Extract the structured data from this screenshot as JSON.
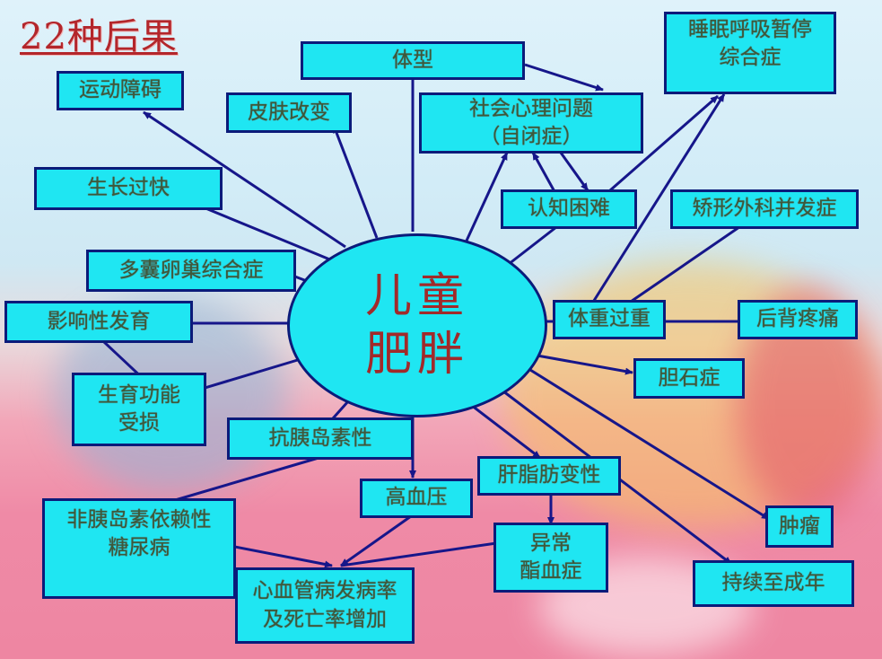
{
  "title": "22种后果",
  "center": {
    "line1": "儿童",
    "line2": "肥胖"
  },
  "nodes": {
    "motor": "运动障碍",
    "skin": "皮肤改变",
    "body_shape": "体型",
    "psych": {
      "line1": "社会心理问题",
      "line2": "（自闭症）"
    },
    "sleep_apnea": {
      "line1": "睡眠呼吸暂停",
      "line2": "综合症"
    },
    "growth": "生长过快",
    "cognitive": "认知困难",
    "ortho": "矫形外科并发症",
    "pcos": "多囊卵巢综合症",
    "development": "影响性发育",
    "overweight": "体重过重",
    "back_pain": "后背疼痛",
    "fertility": {
      "line1": "生育功能",
      "line2": "受损"
    },
    "gallstone": "胆石症",
    "insulin_resist": "抗胰岛素性",
    "fatty_liver": "肝脂肪变性",
    "hypertension": "高血压",
    "niddm": {
      "line1": "非胰岛素依赖性",
      "line2": "糖尿病"
    },
    "dyslipidemia": {
      "line1": "异常",
      "line2": "酯血症"
    },
    "tumor": "肿瘤",
    "cardio": {
      "line1": "心血管病发病率",
      "line2": "及死亡率增加"
    },
    "adulthood": "持续至成年"
  },
  "colors": {
    "box_fill": "#1fe6f2",
    "box_border": "#0b1b7a",
    "arrow": "#16168a",
    "title": "#b3262b",
    "center_text": "#a12a2a"
  }
}
